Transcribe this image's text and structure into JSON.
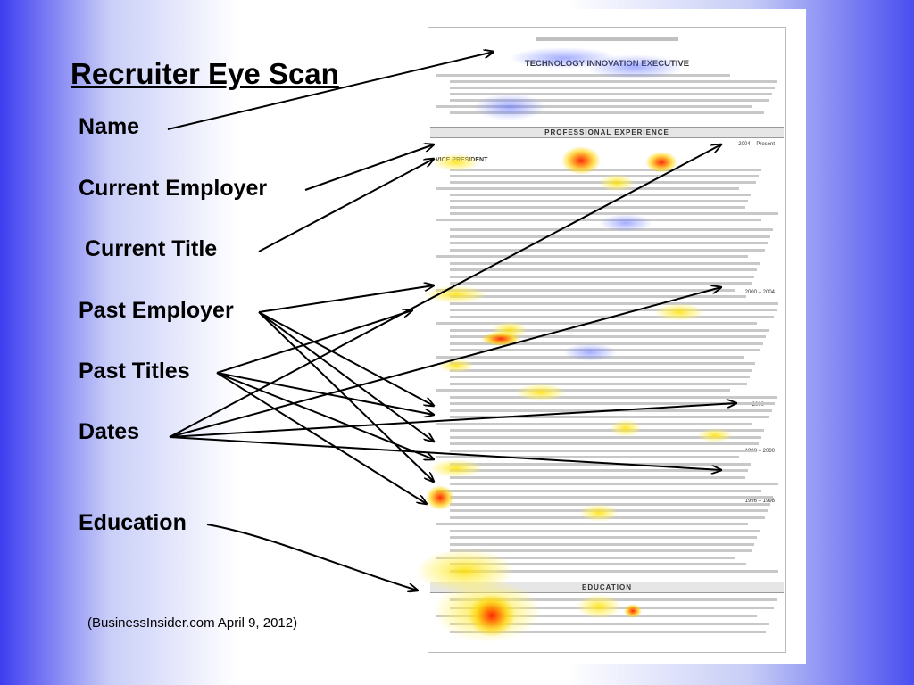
{
  "slide": {
    "title": "Recruiter Eye Scan",
    "source": "(BusinessInsider.com April 9, 2012)",
    "labels": {
      "name": "Name",
      "current_employer": "Current Employer",
      "current_title": "Current Title",
      "past_employer": "Past Employer",
      "past_titles": "Past Titles",
      "dates": "Dates",
      "education": "Education"
    }
  },
  "resume": {
    "headline": "TECHNOLOGY INNOVATION EXECUTIVE",
    "sections": {
      "experience": "PROFESSIONAL EXPERIENCE",
      "education": "EDUCATION"
    },
    "first_title": "VICE PRESIDENT",
    "dates": [
      "2004 – Present",
      "2000 – 2004",
      "2000",
      "1998 – 2000",
      "1996 – 1998"
    ]
  },
  "colors": {
    "background_edge": "#3d3df0",
    "arrow": "#000000",
    "heat_hot": "#ff1a00",
    "heat_warm": "#ffd400",
    "heat_cool": "#5a6cff"
  }
}
